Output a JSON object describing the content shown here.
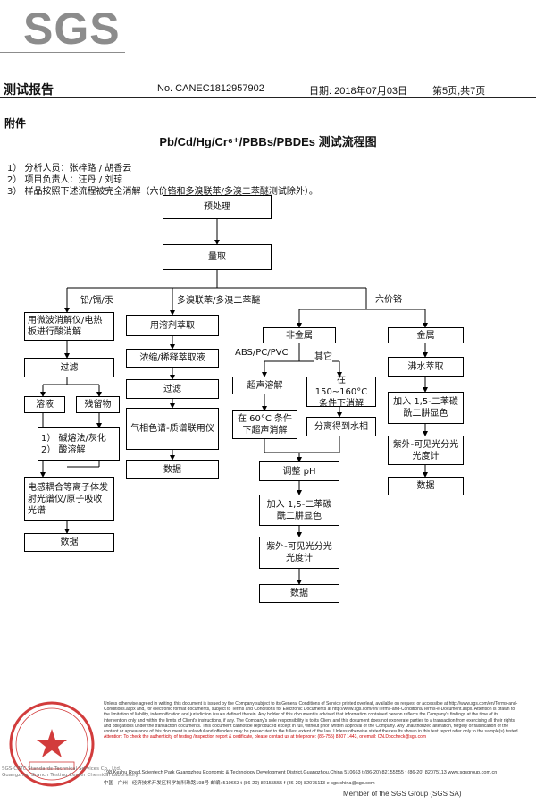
{
  "logo": "SGS",
  "header": {
    "title": "测试报告",
    "report_no": "No. CANEC1812957902",
    "date": "日期: 2018年07月03日",
    "page": "第5页,共7页"
  },
  "annex": "附件",
  "flow_title": "Pb/Cd/Hg/Cr⁶⁺/PBBs/PBDEs 测试流程图",
  "notes": [
    "1） 分析人员：张梓路 / 胡香云",
    "2） 项目负责人：汪丹 / 刘琼",
    "3） 样品按照下述流程被完全消解（六价铬和多溴联苯/多溴二苯醚测试除外）。"
  ],
  "flow": {
    "pretreat": "预处理",
    "measure": "量取",
    "branch_metals": "铅/镉/汞",
    "branch_pbb": "多溴联苯/多溴二苯醚",
    "branch_cr": "六价铬",
    "metals": {
      "digest": "用微波消解仪/电热板进行酸消解",
      "filter": "过滤",
      "solution": "溶液",
      "residue": "残留物",
      "residue_step1": "1） 碱熔法/灰化",
      "residue_step2": "2） 酸溶解",
      "icp": "电感耦合等离子体发射光谱仪/原子吸收光谱",
      "data": "数据"
    },
    "pbb": {
      "extract": "用溶剂萃取",
      "concentrate": "浓缩/稀释萃取液",
      "filter": "过滤",
      "gcms": "气相色谱-质谱联用仪",
      "data": "数据"
    },
    "cr_nonmetal": {
      "title": "非金属",
      "abs_label": "ABS/PC/PVC",
      "other_label": "其它",
      "ultrasonic": "超声溶解",
      "ultrasonic_60": "在 60°C 条件下超声消解",
      "digest_150": "在 150~160°C 条件下消解",
      "separate": "分离得到水相",
      "adjust_ph": "调整 pH",
      "add_reagent": "加入 1,5-二苯碳酰二肼显色",
      "uv": "紫外-可见光分光光度计",
      "data": "数据"
    },
    "cr_metal": {
      "title": "金属",
      "boil": "沸水萃取",
      "add_reagent": "加入 1,5-二苯碳酰二肼显色",
      "uv": "紫外-可见光分光光度计",
      "data": "数据"
    }
  },
  "footer": {
    "disclaimer": "Unless otherwise agreed in writing, this document is issued by the Company subject to its General Conditions of Service printed overleaf, available on request or accessible at http://www.sgs.com/en/Terms-and-Conditions.aspx and, for electronic format documents, subject to Terms and Conditions for Electronic Documents at http://www.sgs.com/en/Terms-and-Conditions/Terms-e-Document.aspx. Attention is drawn to the limitation of liability, indemnification and jurisdiction issues defined therein. Any holder of this document is advised that information contained hereon reflects the Company's findings at the time of its intervention only and within the limits of Client's instructions, if any. The Company's sole responsibility is to its Client and this document does not exonerate parties to a transaction from exercising all their rights and obligations under the transaction documents. This document cannot be reproduced except in full, without prior written approval of the Company. Any unauthorized alteration, forgery or falsification of the content or appearance of this document is unlawful and offenders may be prosecuted to the fullest extent of the law. Unless otherwise stated the results shown in this test report refer only to the sample(s) tested.",
    "attention": "Attention: To check the authenticity of testing /inspection report & certificate, please contact us at telephone: (86-755) 8307 1443, or email: CN.Doccheck@sgs.com",
    "address_en": "198 Kezhu Road,Scientech Park Guangzhou Economic & Technology Development District,Guangzhou,China  510663   t (86-20) 82155555   f (86-20) 82075113   www.sgsgroup.com.cn",
    "address_cn": "中国 · 广州 · 经济技术开发区科学城科珠路198号        邮编: 510663   t (86-20) 82155555   f (86-20) 82075113   e sgs.china@sgs.com",
    "seal_text": "SGS-CSTC Standards Technical Services Co., Ltd.\nGuangzhou Branch Testing Center Chemical Laboratory",
    "member": "Member of the SGS Group (SGS SA)"
  },
  "colors": {
    "logo_gray": "#8c8c8c",
    "seal_red": "#d23c3c"
  }
}
